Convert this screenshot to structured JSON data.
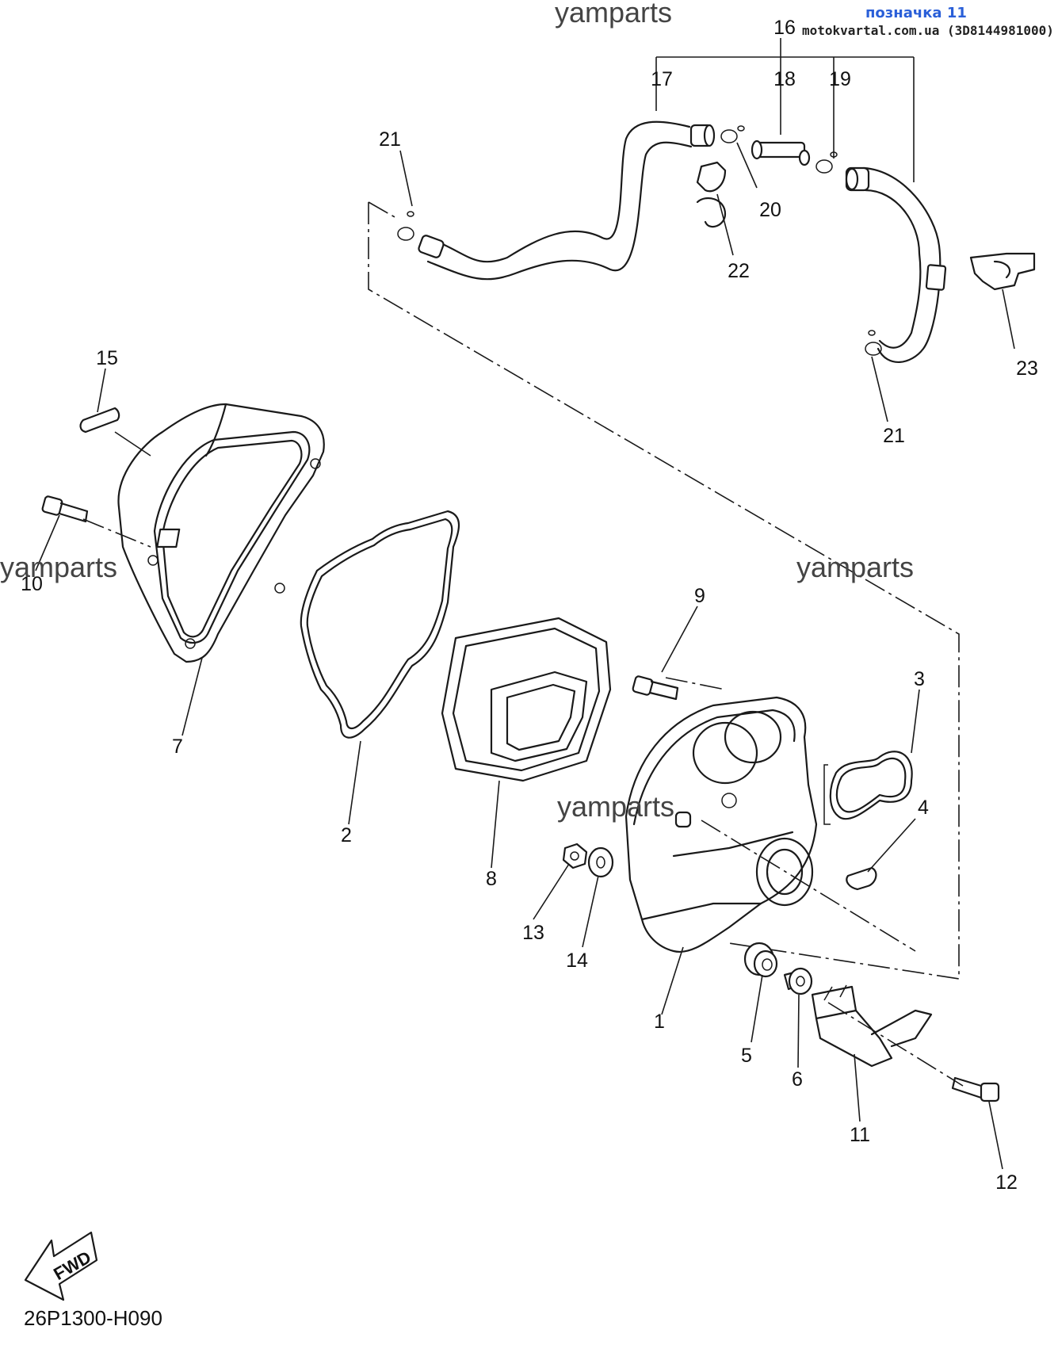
{
  "watermarks": [
    "yamparts",
    "yamparts",
    "yamparts",
    "yamparts"
  ],
  "header": {
    "label": "позначка 11",
    "site": "motokvartal.com.ua (3D8144981000)"
  },
  "parts": [
    "1",
    "2",
    "3",
    "4",
    "5",
    "6",
    "7",
    "8",
    "9",
    "10",
    "11",
    "12",
    "13",
    "14",
    "15",
    "16",
    "17",
    "18",
    "19",
    "20",
    "21",
    "21",
    "22",
    "23"
  ],
  "fwd_label": "FWD",
  "diagram_code": "26P1300-H090"
}
